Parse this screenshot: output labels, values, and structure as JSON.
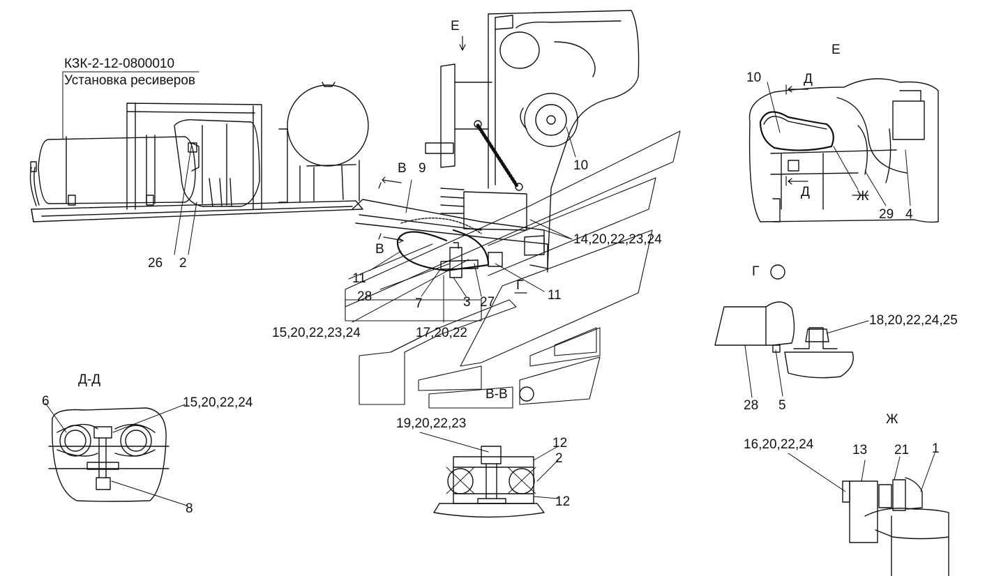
{
  "title": {
    "code": "КЗК-2-12-0800010",
    "name": "Установка ресиверов"
  },
  "views": {
    "e": "Е",
    "e_arrow": "Е",
    "d_section": "Д-Д",
    "g_view": "Г",
    "g_marker": "Г",
    "zh_view": "Ж",
    "zh_marker": "Ж",
    "vv_section": "В-В",
    "v_top": "В",
    "v_bottom": "В",
    "d_top": "Д",
    "d_bottom": "Д"
  },
  "callouts": {
    "main": {
      "c26": "26",
      "c2": "2",
      "c9": "9",
      "c10": "10",
      "c14": "14,20,22,23,24",
      "c11a": "11",
      "c28": "28",
      "c7": "7",
      "c3": "3",
      "c27": "27",
      "c11b": "11",
      "c15": "15,20,22,23,24",
      "c17": "17,20,22"
    },
    "view_e": {
      "c10": "10",
      "c29": "29",
      "c4": "4"
    },
    "view_g": {
      "c18": "18,20,22,24,25",
      "c28": "28",
      "c5": "5"
    },
    "section_dd": {
      "c6": "6",
      "c15": "15,20,22,24",
      "c8": "8"
    },
    "section_vv": {
      "c19": "19,20,22,23",
      "c12a": "12",
      "c2": "2",
      "c12b": "12"
    },
    "view_zh": {
      "c16": "16,20,22,24",
      "c13": "13",
      "c21": "21",
      "c1": "1"
    }
  }
}
